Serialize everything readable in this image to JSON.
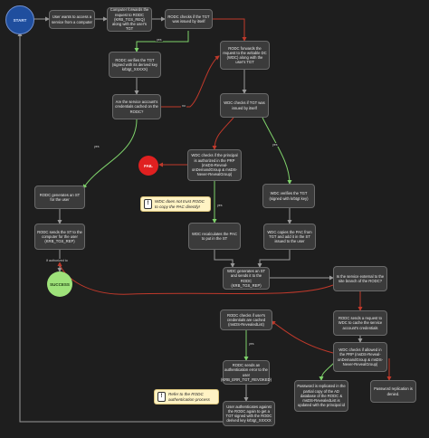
{
  "start": "START",
  "success": "SUCCESS",
  "fail": "FAIL",
  "labels": {
    "yes": "yes",
    "no": "no",
    "if_authorized": "If authorized to"
  },
  "nodes": {
    "n1": "User wants to access a service from a computer",
    "n2": "Computer forwards the request to RODC (KRB_TGS_REQ) along with the user's TGT",
    "n3": "RODC checks if the TGT was issued by itself",
    "n4": "RODC verifies the TGT (signed with its derived key krbtgt_XXXXX)",
    "n5": "RODC forwards the request to the writable DC (WDC) along with the user's TGT",
    "n6": "Are the service account's credentials cached on the RODC?",
    "n7": "WDC checks if TGT was issued by itself",
    "n8": "WDC checks if the principal is authorized in the PRP (msDS-Reveal-onDemandGroup & msDS-Never-RevealGroup)",
    "n9": "WDC verifies the TGT (signed with krbtgt key)",
    "n10": "RODC generates an ST for the user",
    "n11": "WDC recalculates the PAC to put in the ST",
    "n12": "WDC copies the PAC from TGT and add it in the ST issued to the user",
    "n13": "RODC sends the ST to the computer for the user (KRB_TGS_REP)",
    "n14": "WDC generates an ST and sends it to the RODC (KRB_TGS_REP)",
    "n15": "Is the service external to the site branch of the RODC?",
    "n16": "RODC checks if user's credentials are cached (msDS-RevealedList)",
    "n17": "RODC sends a request to WDC to cache the service account's credentials",
    "n18": "WDC checks if allowed in the PRP (msDS-Reveal-onDemandGroup & msDS-Never-RevealGroup)",
    "n19": "RODC sends an authentication error to the user (KRB_ERR_TGT_REVOKED)",
    "n20": "Password is replicated in the partial copy of the AD database of the RODC & msDS-RevealedList is updated with the principal id",
    "n21": "Password replication is denied.",
    "n22": "User authenticates against the RODC again to get a TGT signed with the RODC derived key krbtgt_XXXXX"
  },
  "notes": {
    "note1": "WDC does not trust RODC to copy the PAC directly!",
    "note2": "Refer to the RODC authentication process"
  },
  "colors": {
    "yes_edge": "#7fd36b",
    "no_edge": "#c0392b",
    "plain_edge": "#9a9a9a",
    "start_fill": "#1f4e9e",
    "success_fill": "#9ee27a",
    "fail_fill": "#e02020"
  }
}
